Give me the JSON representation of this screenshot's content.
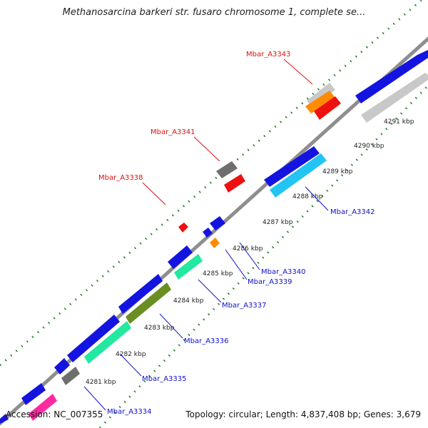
{
  "title": "Methanosarcina barkeri str. fusaro chromosome 1, complete se...",
  "footer": {
    "accession": "Accession: NC_007355",
    "topology": "Topology: circular; Length: 4,837,408 bp; Genes: 3,679"
  },
  "colors": {
    "backbone": "#8e8e8e",
    "ticks": "#1c7a1c",
    "label_red": "#dd1111",
    "label_blue": "#1111cc",
    "gene_blue": "#1414e0",
    "gene_red": "#ee1111",
    "gene_orange": "#ff8c00",
    "gene_gray": "#6e6e6e",
    "gene_lightgray": "#c8c8c8",
    "gene_cyan": "#22c4f4",
    "gene_green": "#22e8a0",
    "gene_olive": "#6b8e23",
    "gene_pink": "#ff2aa0"
  },
  "scale_labels": [
    "4281 kbp",
    "4282 kbp",
    "4283 kbp",
    "4284 kbp",
    "4285 kbp",
    "4286 kbp",
    "4287 kbp",
    "4288 kbp",
    "4289 kbp",
    "4290 kbp",
    "4291 kbp"
  ],
  "gene_labels": [
    {
      "text": "Mbar_A3343",
      "color": "red"
    },
    {
      "text": "Mbar_A3341",
      "color": "red"
    },
    {
      "text": "Mbar_A3338",
      "color": "red"
    },
    {
      "text": "Mbar_A3342",
      "color": "blue"
    },
    {
      "text": "Mbar_A3340",
      "color": "blue"
    },
    {
      "text": "Mbar_A3339",
      "color": "blue"
    },
    {
      "text": "Mbar_A3337",
      "color": "blue"
    },
    {
      "text": "Mbar_A3336",
      "color": "blue"
    },
    {
      "text": "Mbar_A3335",
      "color": "blue"
    },
    {
      "text": "Mbar_A3334",
      "color": "blue"
    }
  ]
}
